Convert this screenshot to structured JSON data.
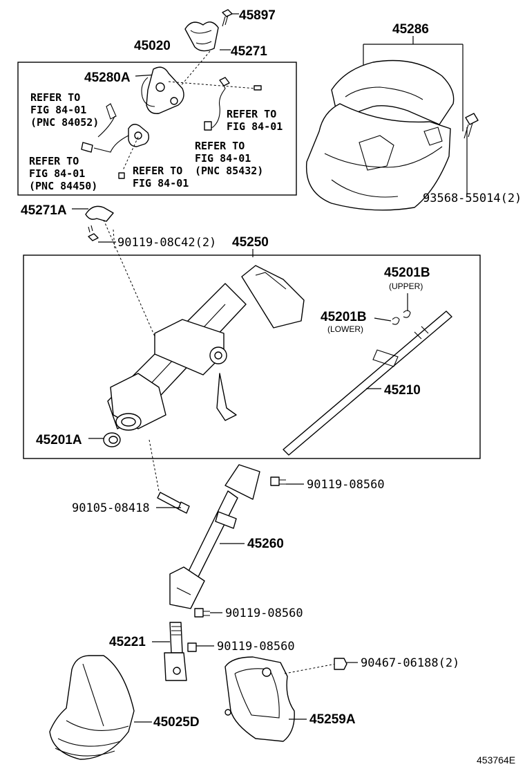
{
  "labels": {
    "p45897": "45897",
    "p45020": "45020",
    "p45271": "45271",
    "p45280A": "45280A",
    "p45286": "45286",
    "p45271A": "45271A",
    "p90119_08C42": "90119-08C42(2)",
    "p45250": "45250",
    "p45201B_a": "45201B",
    "upper": "(UPPER)",
    "p45201B_b": "45201B",
    "lower": "(LOWER)",
    "p45210": "45210",
    "p45201A": "45201A",
    "p93568": "93568-55014(2)",
    "p90119_08560_a": "90119-08560",
    "p90105": "90105-08418",
    "p45260": "45260",
    "p90119_08560_b": "90119-08560",
    "p45221": "45221",
    "p90119_08560_c": "90119-08560",
    "p90467": "90467-06188(2)",
    "p45025D": "45025D",
    "p45259A": "45259A",
    "fig_code": "453764E"
  },
  "refs": {
    "r1_l1": "REFER TO",
    "r1_l2": "FIG 84-01",
    "r1_l3": "(PNC 84052)",
    "r2_l1": "REFER TO",
    "r2_l2": "FIG 84-01",
    "r3_l1": "REFER TO",
    "r3_l2": "FIG 84-01",
    "r4_l1": "REFER TO",
    "r4_l2": "FIG 84-01",
    "r4_l3": "(PNC 84450)",
    "r5_l1": "REFER TO",
    "r5_l2": "FIG 84-01",
    "r6": "(PNC 85432)"
  }
}
